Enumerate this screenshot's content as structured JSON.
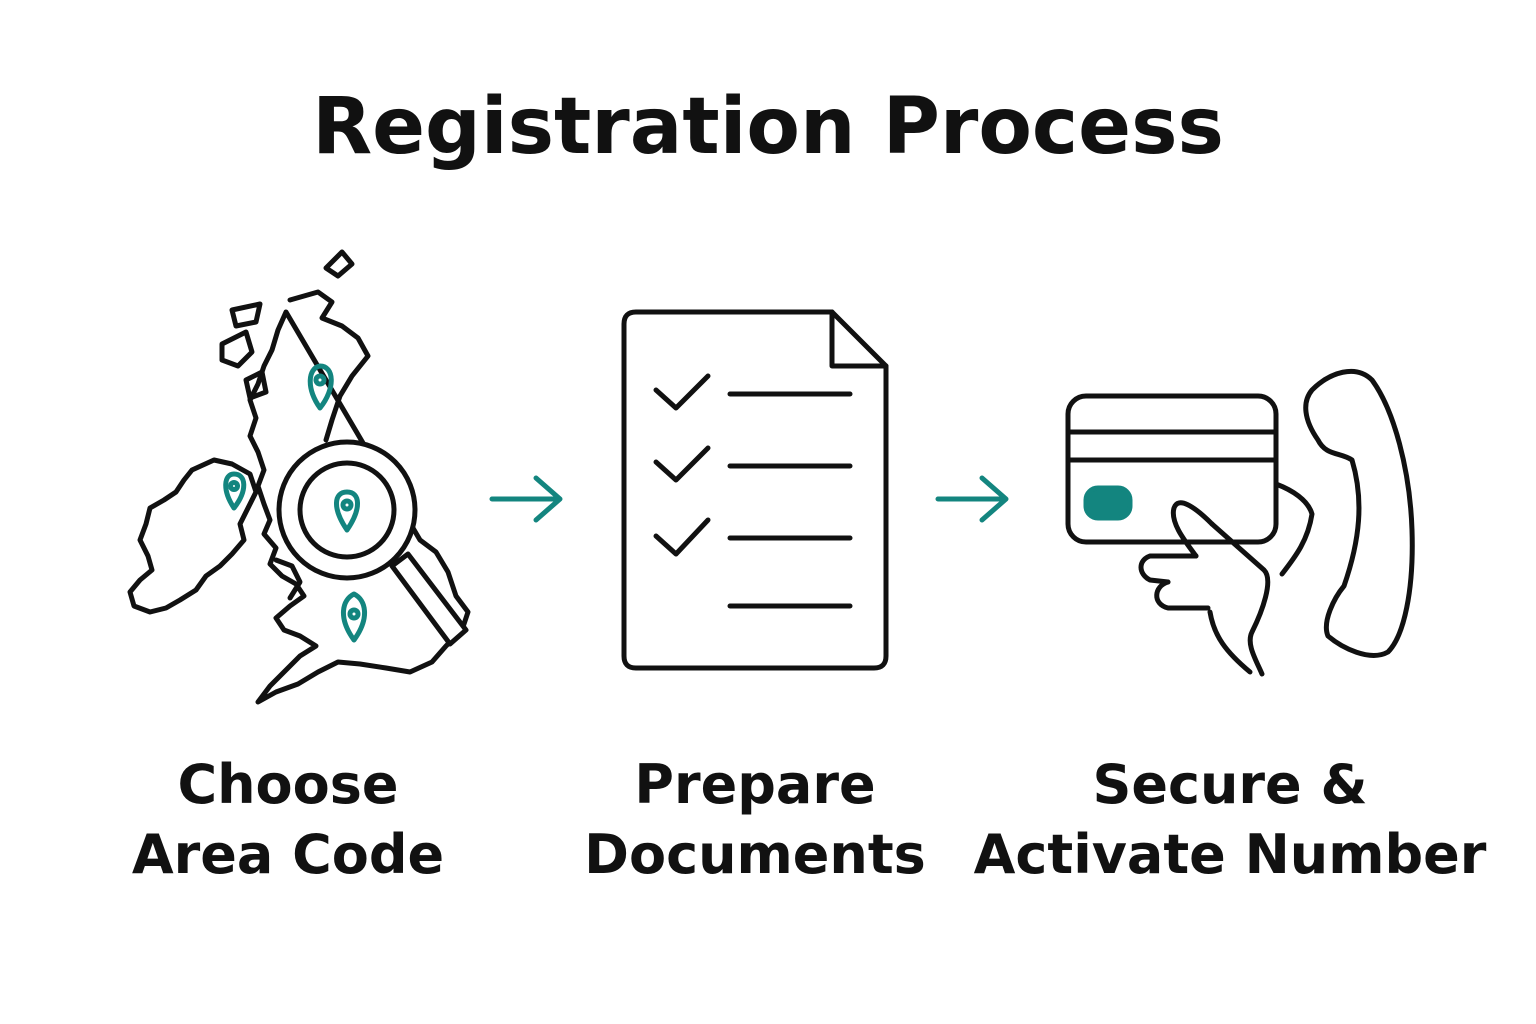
{
  "title": "Registration Process",
  "colors": {
    "outline": "#111111",
    "accent": "#13857f",
    "background": "#ffffff"
  },
  "steps": [
    {
      "icon": "uk-map-magnifier-icon",
      "label_lines": [
        "Choose",
        "Area Code"
      ]
    },
    {
      "icon": "checklist-document-icon",
      "label_lines": [
        "Prepare",
        "Documents"
      ]
    },
    {
      "icon": "card-hand-phone-icon",
      "label_lines": [
        "Secure &",
        "Activate Number"
      ]
    }
  ],
  "connectors": [
    "arrow-right-icon",
    "arrow-right-icon"
  ]
}
